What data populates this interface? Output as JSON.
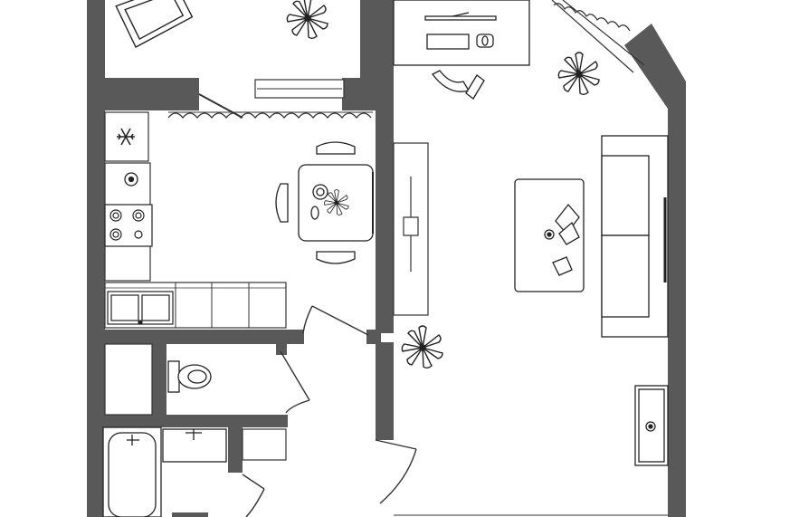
{
  "floor_plan": {
    "wall_color": "#595959",
    "line_color": "#333333",
    "background_color": "#ffffff",
    "rooms": [
      "bedroom",
      "kitchen-dining",
      "living-room",
      "hallway",
      "toilet",
      "bathroom",
      "storage"
    ],
    "icons": [
      "snowflake-icon",
      "plant-icon",
      "bed-icon",
      "sofa-icon",
      "toilet-icon",
      "bathtub-icon",
      "sink-icon",
      "stove-icon",
      "desk-icon",
      "tv-stand-icon"
    ]
  }
}
